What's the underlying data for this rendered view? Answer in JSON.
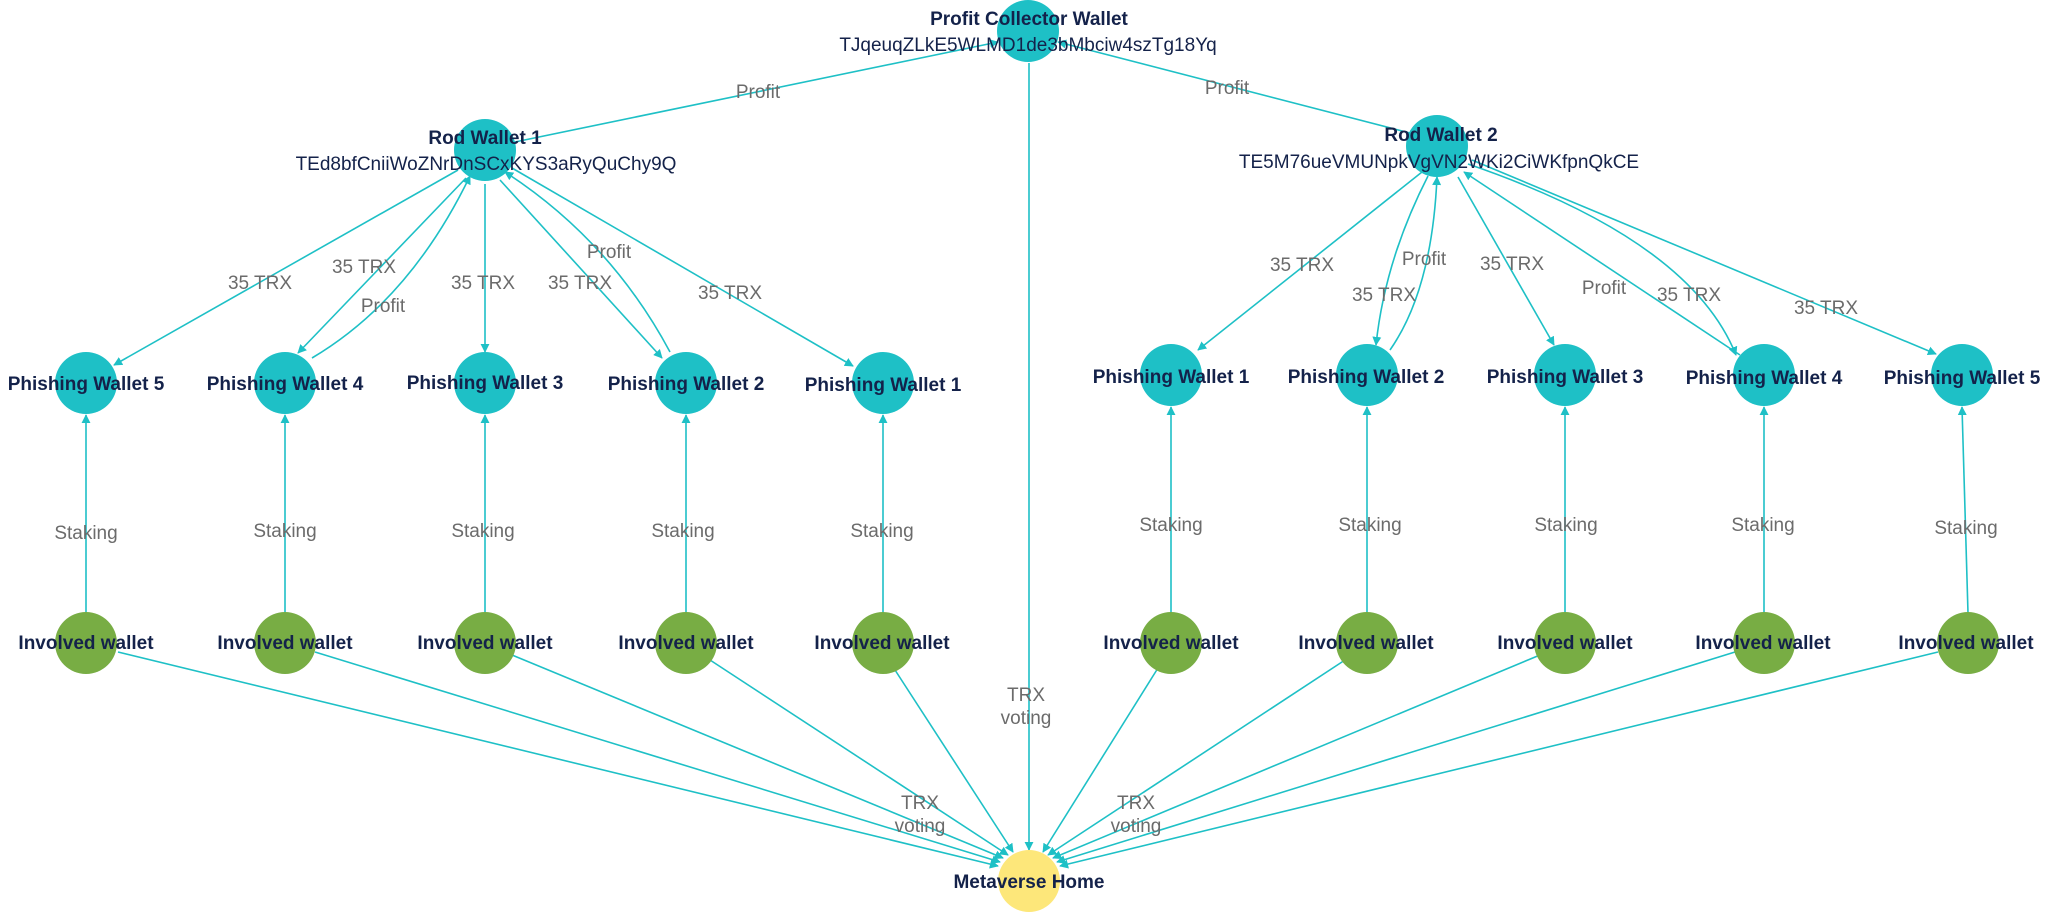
{
  "colors": {
    "edge": "#1ec0c6",
    "wallet_node": "#1ec0c6",
    "involved_node": "#78ad44",
    "home_node": "#fde77a",
    "label_text": "#14224a",
    "edge_text": "#6b6b6b"
  },
  "nodes": {
    "profit_collector": {
      "label": "Profit Collector Wallet",
      "address": "TJqeuqZLkE5WLMD1de3bMbciw4szTg18Yq"
    },
    "rod_wallet_1": {
      "label": "Rod Wallet 1",
      "address": "TEd8bfCniiWoZNrDnSCxKYS3aRyQuChy9Q"
    },
    "rod_wallet_2": {
      "label": "Rod Wallet 2",
      "address": "TE5M76ueVMUNpkVgVN2WKi2CiWKfpnQkCE"
    },
    "left_phishing": [
      "Phishing Wallet 5",
      "Phishing Wallet 4",
      "Phishing Wallet 3",
      "Phishing Wallet 2",
      "Phishing Wallet 1"
    ],
    "right_phishing": [
      "Phishing Wallet 1",
      "Phishing Wallet 2",
      "Phishing Wallet 3",
      "Phishing Wallet 4",
      "Phishing Wallet 5"
    ],
    "involved_label": "Involved wallet",
    "metaverse_home": {
      "label": "Metaverse Home"
    }
  },
  "edge_labels": {
    "profit": "Profit",
    "trx35": "35 TRX",
    "staking": "Staking",
    "trx_voting_line1": "TRX",
    "trx_voting_line2": "voting"
  }
}
